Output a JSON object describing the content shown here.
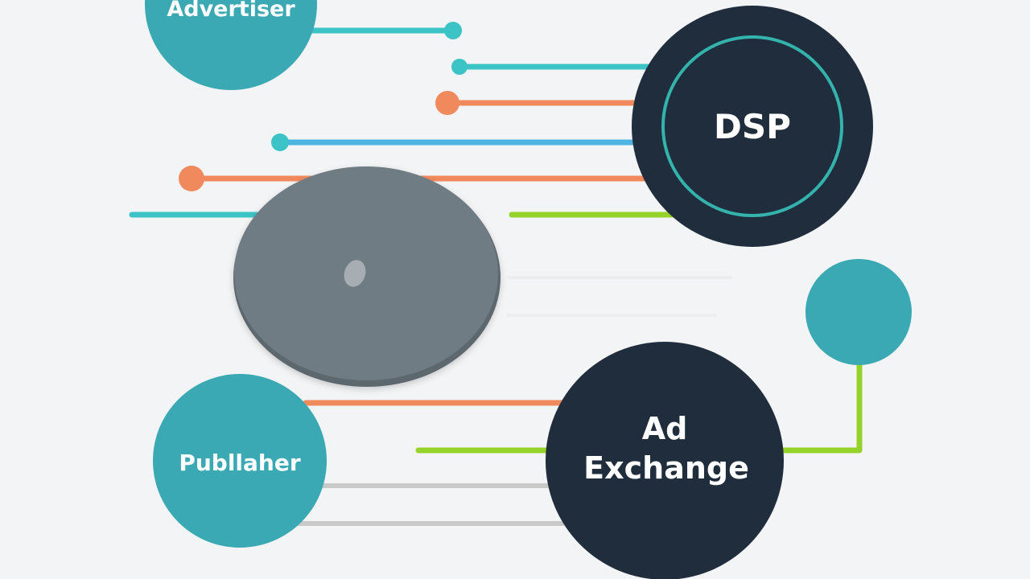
{
  "colors": {
    "background": "#f3f4f5",
    "teal": "#3aa9b3",
    "teal_line": "#3cc3c6",
    "navy": "#1f2d3c",
    "orange": "#f08a5d",
    "blue": "#4db3e0",
    "lime": "#95d22a",
    "gray_node": "#6f7b83",
    "gray_line": "#c9c9c9",
    "ring": "#34b3ad"
  },
  "nodes": {
    "advertiser": {
      "label": "Advertiser"
    },
    "dsp": {
      "label": "DSP"
    },
    "publisher": {
      "label": "Publlaher"
    },
    "ad_exchange": {
      "label_line1": "Ad",
      "label_line2": "Exchange"
    },
    "center": {
      "label": ""
    },
    "small": {
      "label": ""
    }
  },
  "connectors": [
    {
      "name": "advertiser-link",
      "color": "teal_line"
    },
    {
      "name": "teal-link-to-dsp",
      "color": "teal_line"
    },
    {
      "name": "orange-link-to-dsp",
      "color": "orange"
    },
    {
      "name": "blue-link-to-dsp",
      "color": "blue"
    },
    {
      "name": "orange-long-link",
      "color": "orange"
    },
    {
      "name": "teal-left-link",
      "color": "teal_line"
    },
    {
      "name": "lime-link-to-dsp",
      "color": "lime"
    },
    {
      "name": "orange-publisher-link",
      "color": "orange"
    },
    {
      "name": "lime-exchange-link",
      "color": "lime"
    },
    {
      "name": "gray-upper-link",
      "color": "gray_line"
    },
    {
      "name": "gray-lower-link",
      "color": "gray_line"
    },
    {
      "name": "lime-small-node-link",
      "color": "lime"
    }
  ]
}
